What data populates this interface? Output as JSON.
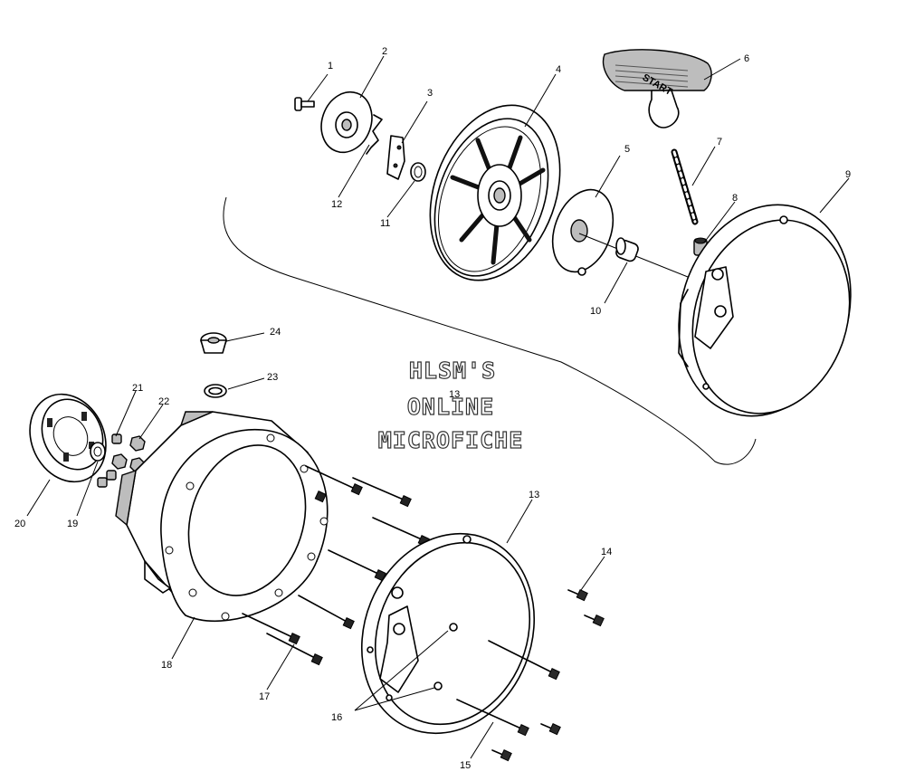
{
  "watermark": {
    "line1": "HLSM'S",
    "line2": "ONLINE",
    "line3": "MICROFICHE"
  },
  "callouts": {
    "c1": "1",
    "c2": "2",
    "c3": "3",
    "c4": "4",
    "c5": "5",
    "c6": "6",
    "c7": "7",
    "c8": "8",
    "c9": "9",
    "c10": "10",
    "c11": "11",
    "c12": "12",
    "c13_top": "13",
    "c13": "13",
    "c14": "14",
    "c15": "15",
    "c16": "16",
    "c17": "17",
    "c18": "18",
    "c19": "19",
    "c20": "20",
    "c21": "21",
    "c22": "22",
    "c23": "23",
    "c24": "24"
  },
  "handle": {
    "imprint": "START"
  }
}
